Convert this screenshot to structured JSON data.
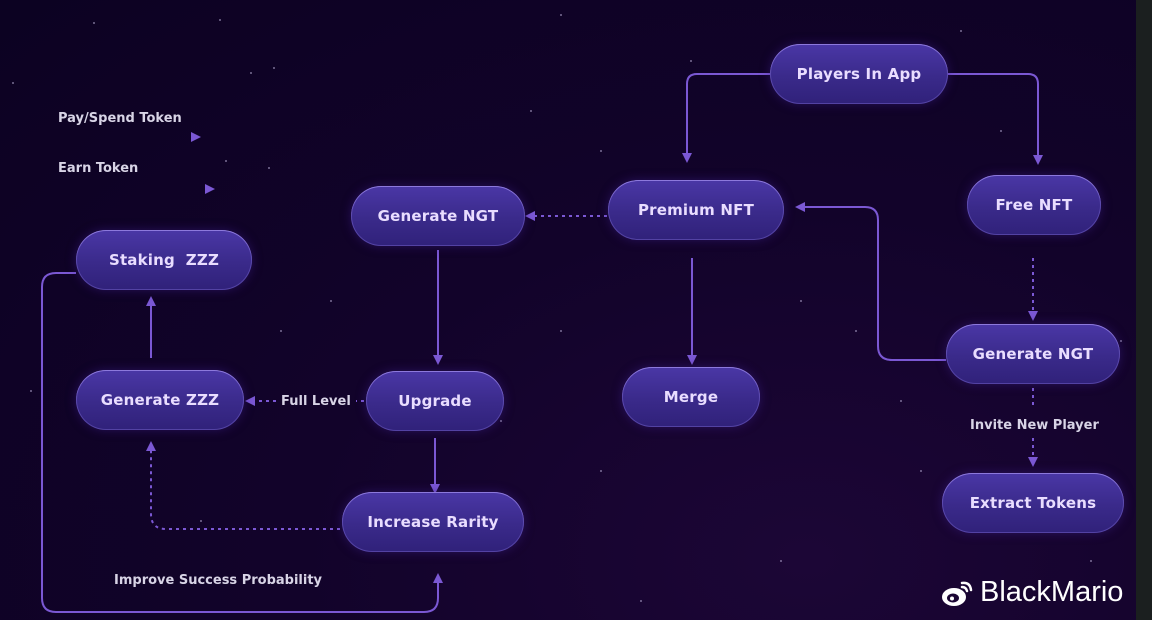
{
  "legend": {
    "pay_label": "Pay/Spend Token",
    "earn_label": "Earn Token"
  },
  "nodes": {
    "players_in_app": "Players In App",
    "premium_nft": "Premium NFT",
    "free_nft": "Free NFT",
    "generate_ngt_left": "Generate NGT",
    "generate_ngt_right": "Generate NGT",
    "staking_zzz": "Staking  ZZZ",
    "generate_zzz": "Generate ZZZ",
    "upgrade": "Upgrade",
    "merge": "Merge",
    "increase_rarity": "Increase Rarity",
    "extract_tokens": "Extract Tokens"
  },
  "edge_labels": {
    "full_level": "Full Level",
    "improve_success": "Improve Success Probability",
    "invite_new_player": "Invite New Player"
  },
  "edges": [
    {
      "from": "players_in_app",
      "to": "premium_nft",
      "type": "pay"
    },
    {
      "from": "players_in_app",
      "to": "free_nft",
      "type": "pay"
    },
    {
      "from": "premium_nft",
      "to": "generate_ngt_left",
      "type": "earn"
    },
    {
      "from": "premium_nft",
      "to": "merge",
      "type": "pay"
    },
    {
      "from": "free_nft",
      "to": "generate_ngt_right",
      "type": "earn"
    },
    {
      "from": "generate_ngt_right",
      "to": "premium_nft",
      "type": "pay"
    },
    {
      "from": "generate_ngt_right",
      "to": "extract_tokens",
      "type": "earn",
      "label": "invite_new_player"
    },
    {
      "from": "generate_ngt_left",
      "to": "upgrade",
      "type": "pay"
    },
    {
      "from": "upgrade",
      "to": "generate_zzz",
      "type": "earn",
      "label": "full_level"
    },
    {
      "from": "upgrade",
      "to": "increase_rarity",
      "type": "pay"
    },
    {
      "from": "generate_zzz",
      "to": "staking_zzz",
      "type": "pay"
    },
    {
      "from": "increase_rarity",
      "to": "generate_zzz",
      "type": "earn"
    },
    {
      "from": "staking_zzz",
      "to": "increase_rarity",
      "type": "pay",
      "label": "improve_success"
    }
  ],
  "colors": {
    "edge": "#7b58d4",
    "node_top": "#4a37a6",
    "node_bottom": "#30217a",
    "text": "#e9ddff"
  },
  "watermark": {
    "icon": "weibo-icon",
    "text": "BlackMario"
  }
}
